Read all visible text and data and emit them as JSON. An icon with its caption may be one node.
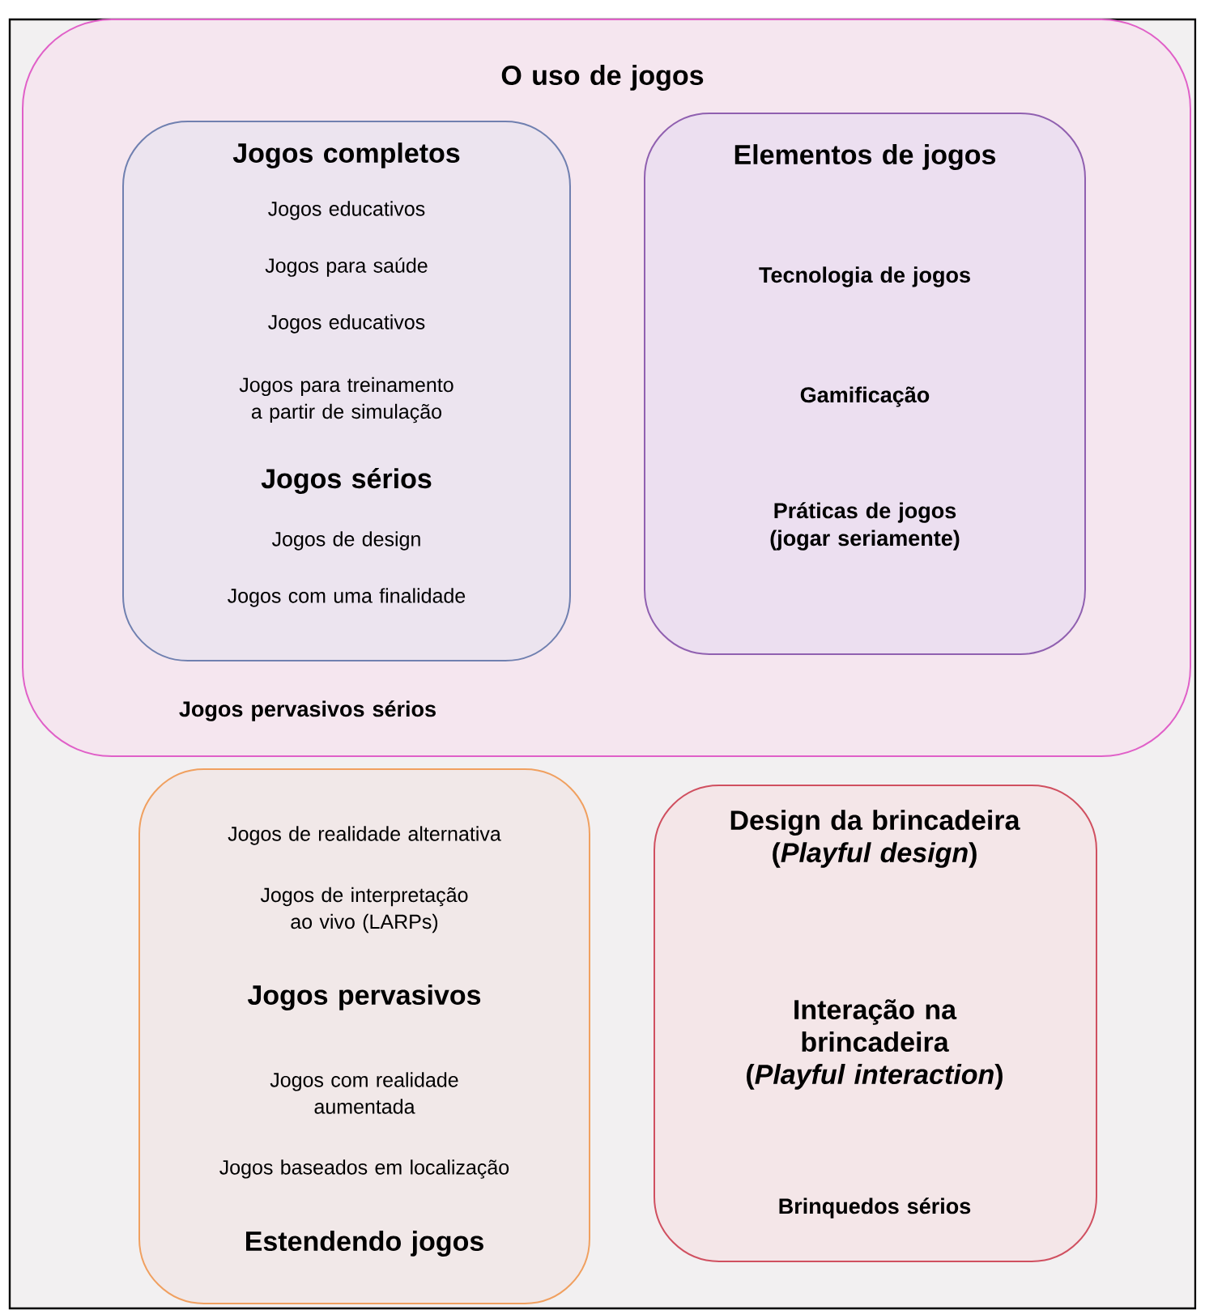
{
  "diagram": {
    "nodes": [
      {
        "text": [
          "O uso de jogos",
          "Jogos pervasivos sérios"
        ]
      },
      {
        "text": [
          "Jogos completos",
          "Jogos educativos",
          "Jogos para saúde",
          "Jogos educativos",
          "Jogos para treinamento a partir de simulação",
          "Jogos sérios",
          "Jogos de design",
          "Jogos com uma finalidade"
        ],
        "in": 0
      },
      {
        "text": [
          "Elementos de jogos",
          "Tecnologia de jogos",
          "Gamificação",
          "Práticas de jogos (jogar seriamente)"
        ],
        "in": 0
      },
      {
        "text": [
          "Jogos de realidade alternativa",
          "Jogos de interpretação ao vivo (LARPs)",
          "Jogos pervasivos",
          "Jogos com realidade aumentada",
          "Jogos baseados em localização",
          "Estendendo jogos"
        ]
      },
      {
        "text": [
          "Design da brincadeira (*Playful design*)",
          "Interação na brincadeira (*Playful interaction*)",
          "Brinquedos sérios"
        ]
      }
    ]
  }
}
